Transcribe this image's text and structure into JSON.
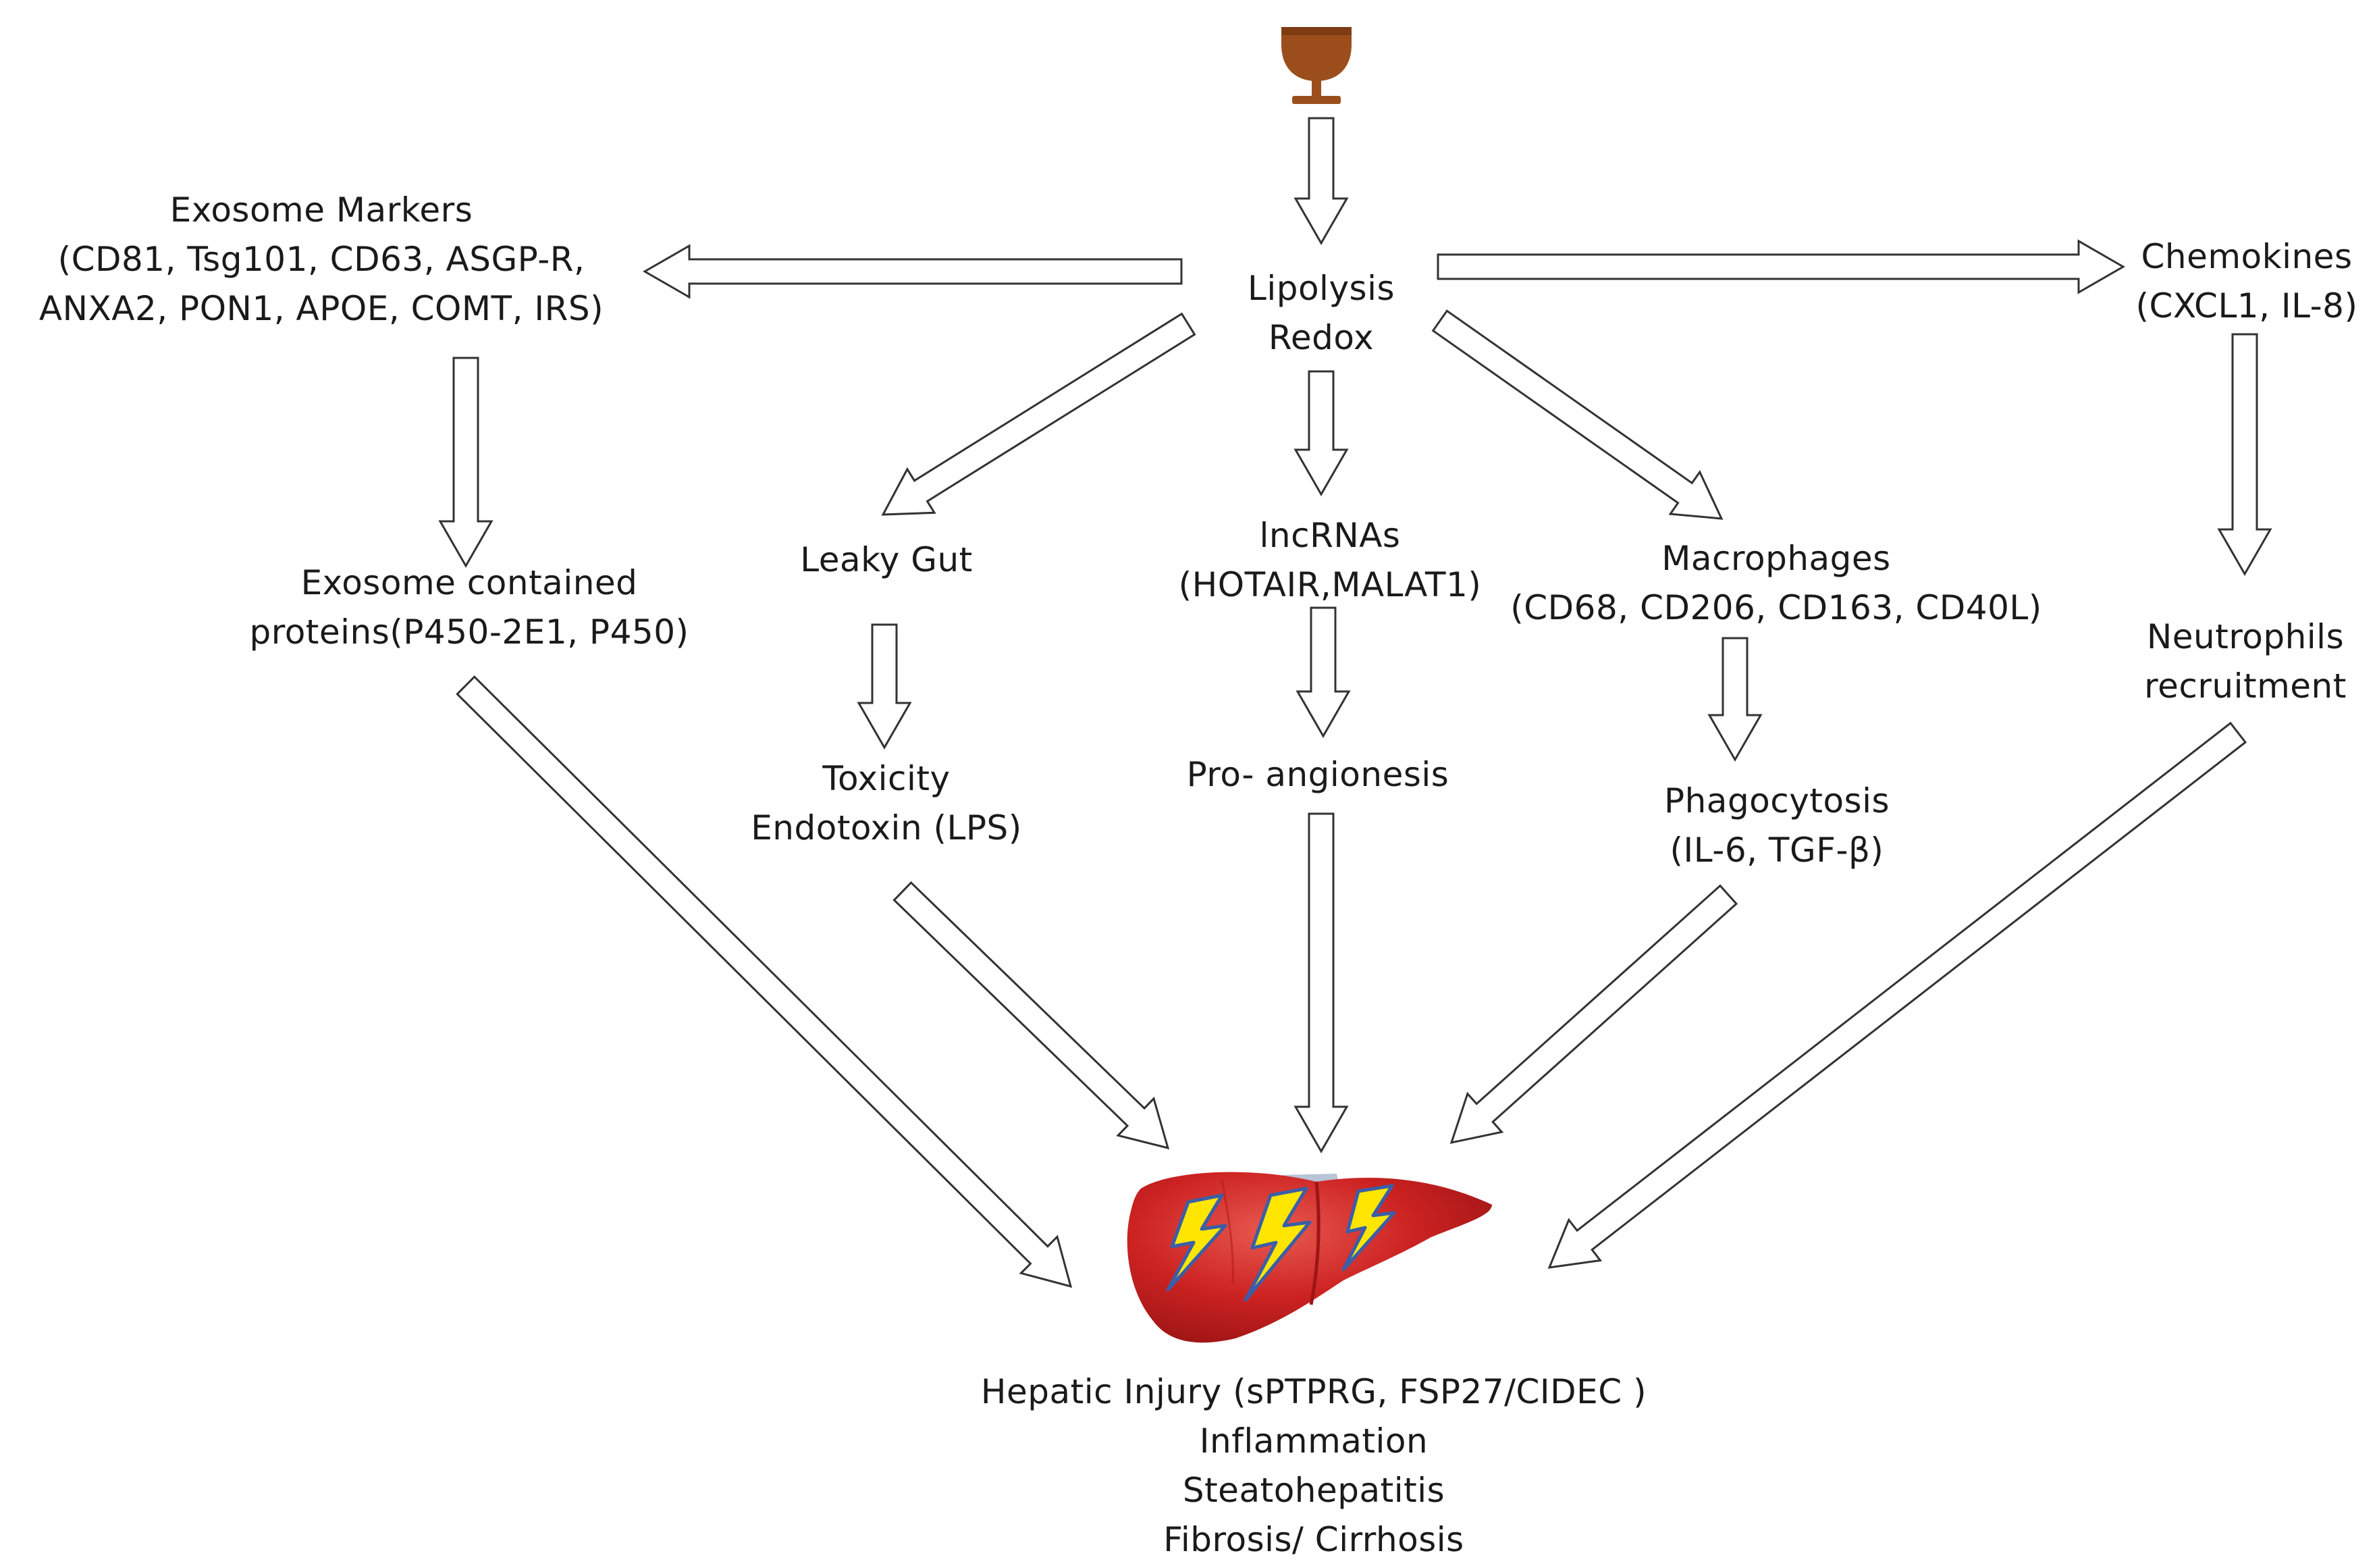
{
  "nodes": {
    "exosome_markers": {
      "lines": [
        "Exosome Markers",
        "(CD81, Tsg101, CD63, ASGP-R,",
        "ANXA2,  PON1, APOE, COMT, IRS)"
      ]
    },
    "lipolysis": {
      "lines": [
        "Lipolysis",
        "Redox"
      ]
    },
    "chemokines": {
      "lines": [
        "Chemokines",
        "(CXCL1, IL-8)"
      ]
    },
    "exosome_proteins": {
      "lines": [
        "Exosome contained",
        "proteins(P450-2E1, P450)"
      ]
    },
    "leaky_gut": {
      "lines": [
        "Leaky Gut"
      ]
    },
    "lncrnas": {
      "lines": [
        "lncRNAs",
        "(HOTAIR,MALAT1)"
      ]
    },
    "macrophages": {
      "lines": [
        "Macrophages",
        "(CD68, CD206, CD163, CD40L)"
      ]
    },
    "neutrophils": {
      "lines": [
        "Neutrophils",
        "recruitment"
      ]
    },
    "toxicity": {
      "lines": [
        "Toxicity",
        "Endotoxin (LPS)"
      ]
    },
    "pro_angionesis": {
      "lines": [
        "Pro- angionesis"
      ]
    },
    "phagocytosis": {
      "lines": [
        "Phagocytosis",
        "(IL-6, TGF-β)"
      ]
    },
    "hepatic_injury": {
      "lines": [
        "Hepatic Injury (sPTPRG, FSP27/CIDEC  )",
        "Inflammation",
        "Steatohepatitis",
        "Fibrosis/ Cirrhosis"
      ]
    }
  },
  "colors": {
    "glass": "#9b4e1c",
    "liver": "#cc2222",
    "liver_highlight": "#e85a4f",
    "liver_shadow": "#9e1515",
    "lightning_fill": "#ffe600",
    "lightning_outline": "#3a5fa8",
    "arrow_outline": "#333333",
    "arrow_fill": "#ffffff",
    "text": "#1a1a1a"
  },
  "icons": {
    "top": "wine-glass-icon",
    "bottom": "liver-icon",
    "damage": "lightning-bolt-icon"
  }
}
